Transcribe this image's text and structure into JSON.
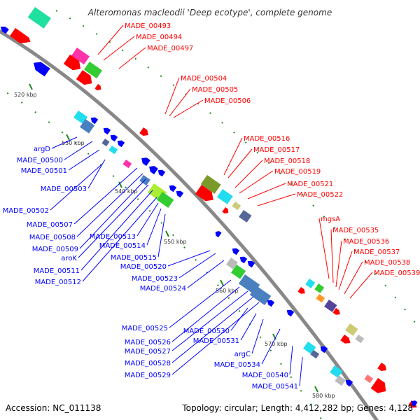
{
  "title": "Alteromonas macleodii 'Deep ecotype', complete genome",
  "footer": {
    "accession": "Accession: NC_011138",
    "summary": "Topology: circular; Length: 4,412,282 bp; Genes: 4,128"
  },
  "colors": {
    "forward": "#ff0000",
    "reverse": "#0000ff",
    "backbone": "#888888",
    "tick": "#228b22",
    "label_forward": "#ff0000",
    "label_reverse": "#0000ff"
  },
  "kbp_marks": [
    "520 kbp",
    "530 kbp",
    "540 kbp",
    "550 kbp",
    "560 kbp",
    "570 kbp",
    "580 kbp"
  ],
  "forward_labels": [
    "MADE_00493",
    "MADE_00494",
    "MADE_00497",
    "MADE_00504",
    "MADE_00505",
    "MADE_00506",
    "MADE_00516",
    "MADE_00517",
    "MADE_00518",
    "MADE_00519",
    "MADE_00521",
    "MADE_00522",
    "mgsA",
    "MADE_00535",
    "MADE_00536",
    "MADE_00537",
    "MADE_00538",
    "MADE_00539"
  ],
  "reverse_labels": [
    "argD",
    "MADE_00500",
    "MADE_00501",
    "MADE_00503",
    "MADE_00502",
    "MADE_00507",
    "MADE_00508",
    "MADE_00509",
    "aroK",
    "MADE_00511",
    "MADE_00512",
    "MADE_00513",
    "MADE_00514",
    "MADE_00515",
    "MADE_00520",
    "MADE_00523",
    "MADE_00524",
    "MADE_00525",
    "MADE_00526",
    "MADE_00527",
    "MADE_00528",
    "MADE_00529",
    "MADE_00530",
    "MADE_00531",
    "argC",
    "MADE_00534",
    "MADE_00540",
    "MADE_00541"
  ],
  "feature_colors": {
    "teal": "#20e0a0",
    "pink": "#ff33aa",
    "green": "#33cc33",
    "cyan": "#22ddee",
    "olive": "#7a9a2a",
    "lime": "#aaee33",
    "steel": "#4a7fc0",
    "slate": "#556699",
    "khaki": "#cccc77",
    "salmon": "#ff7777",
    "purple": "#554499",
    "grey": "#bbbbbb",
    "orange": "#ff9922"
  }
}
